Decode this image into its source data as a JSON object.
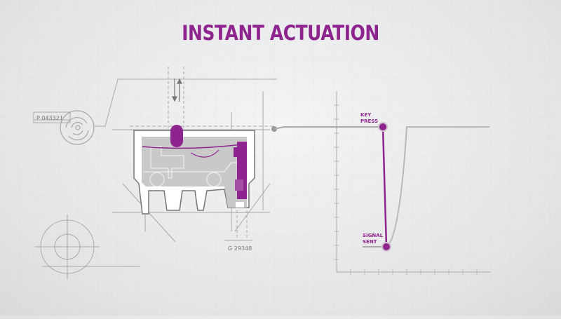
{
  "title": "INSTANT ACTUATION",
  "labels": {
    "part_number": "P 043321",
    "gauge_number": "G 29348",
    "key_press_line1": "KEY",
    "key_press_line2": "PRESS",
    "signal_line1": "SIGNAL",
    "signal_line2": "SENT"
  },
  "colors": {
    "accent": "#8e248e",
    "line": "#9a9a9a",
    "body": "#c9c9ca"
  }
}
